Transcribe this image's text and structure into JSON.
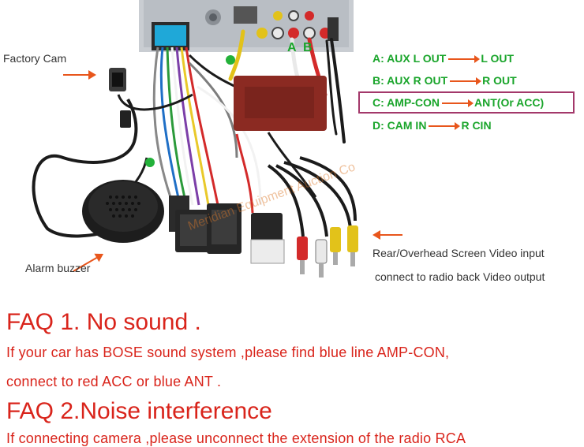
{
  "labels": {
    "factory_cam": "Factory Cam",
    "alarm_buzzer": "Alarm buzzer",
    "rear_video_line1": "Rear/Overhead Screen Video input",
    "rear_video_line2": "connect to radio back Video output",
    "plug_a": "A",
    "plug_b": "B"
  },
  "legend": [
    {
      "key": "A: AUX L OUT",
      "value": "L OUT"
    },
    {
      "key": "B: AUX R OUT",
      "value": "R OUT"
    },
    {
      "key": "C: AMP-CON",
      "value": "ANT(Or ACC)"
    },
    {
      "key": "D: CAM IN",
      "value": "R CIN"
    }
  ],
  "faq": {
    "faq1_title": "FAQ 1. No sound .",
    "faq1_line1": "If your car has BOSE sound  system ,please  find  blue line AMP-CON,",
    "faq1_line2": "connect  to  red ACC or  blue ANT .",
    "faq2_title": "FAQ 2.Noise interference",
    "faq2_line1": "If connecting camera ,please unconnect the extension of the radio RCA"
  },
  "watermark": "Meridian Equipment Auction Co",
  "colors": {
    "legend_green": "#1aa52b",
    "arrow_orange": "#e8561c",
    "faq_red": "#d9241b",
    "highlight_box": "#a3386a"
  }
}
